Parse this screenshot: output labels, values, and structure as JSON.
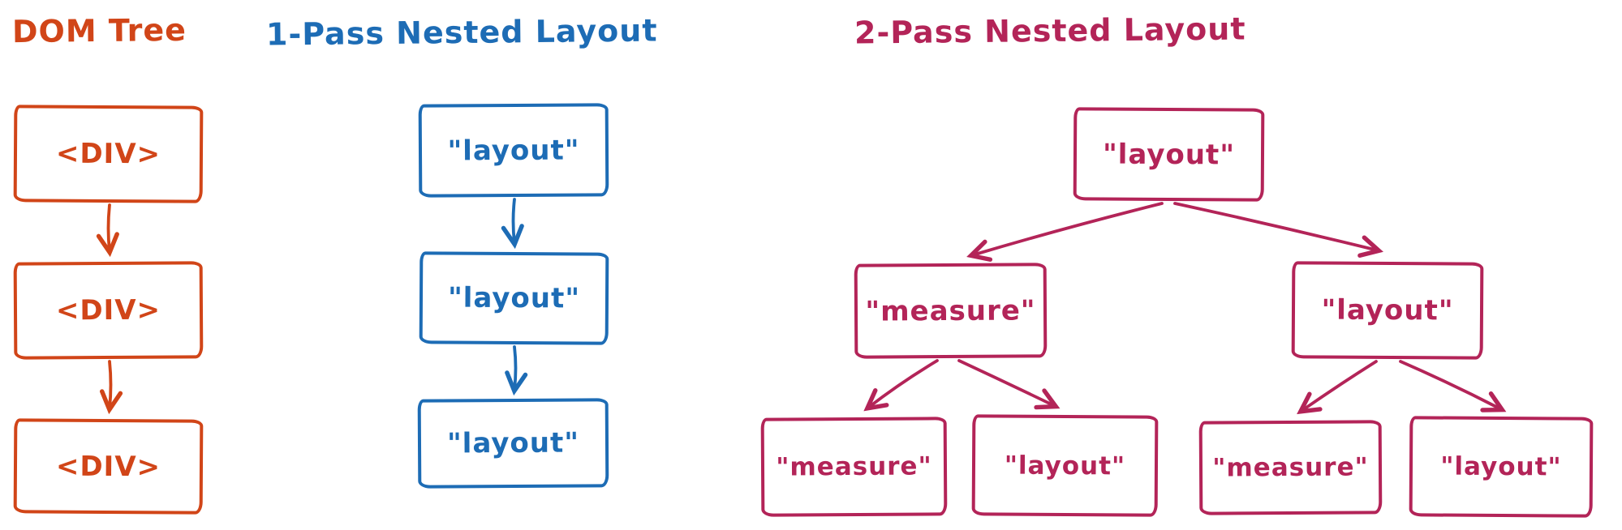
{
  "background": "#ffffff",
  "columns": [
    {
      "title": "DOM Tree",
      "color": "#d14518",
      "type": "chain",
      "nodes": [
        "<DIV>",
        "<DIV>",
        "<DIV>"
      ]
    },
    {
      "title": "1-Pass Nested Layout",
      "color": "#1d6cb5",
      "type": "chain",
      "nodes": [
        "\"layout\"",
        "\"layout\"",
        "\"layout\""
      ]
    },
    {
      "title": "2-Pass Nested Layout",
      "color": "#b32458",
      "type": "tree",
      "tree": {
        "root": "\"layout\"",
        "children": [
          {
            "label": "\"measure\"",
            "children": [
              "\"measure\"",
              "\"layout\""
            ]
          },
          {
            "label": "\"layout\"",
            "children": [
              "\"measure\"",
              "\"layout\""
            ]
          }
        ]
      }
    }
  ]
}
